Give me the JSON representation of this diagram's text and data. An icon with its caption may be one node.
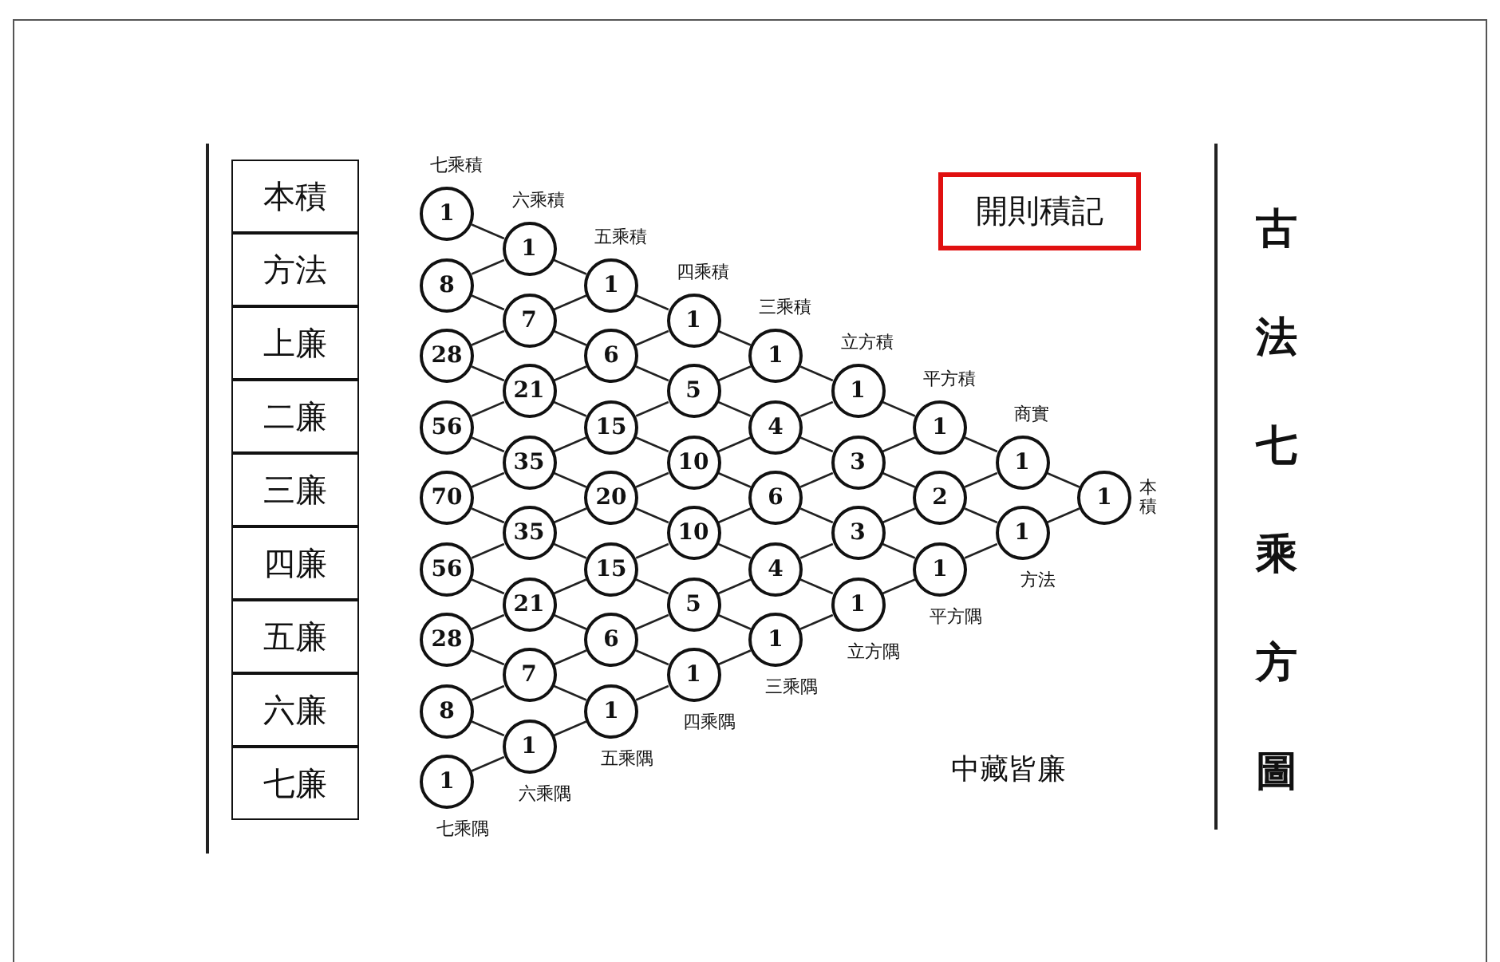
{
  "diagram": {
    "title": "古法七乘方圖",
    "nodes": [
      {
        "text": [
          "1"
        ],
        "beside": [
          "本積"
        ]
      },
      {
        "text": [
          "1"
        ],
        "beside": [
          "商實"
        ]
      },
      {
        "text": [
          "1"
        ],
        "beside": [
          "方法"
        ]
      },
      {
        "text": [
          "1"
        ],
        "beside": [
          "平方積"
        ]
      },
      {
        "text": [
          "2"
        ]
      },
      {
        "text": [
          "1"
        ],
        "beside": [
          "平方隅"
        ]
      },
      {
        "text": [
          "1"
        ],
        "beside": [
          "立方積"
        ]
      },
      {
        "text": [
          "3"
        ]
      },
      {
        "text": [
          "3"
        ]
      },
      {
        "text": [
          "1"
        ],
        "beside": [
          "立方隅"
        ]
      },
      {
        "text": [
          "1"
        ],
        "beside": [
          "三乘積"
        ]
      },
      {
        "text": [
          "4"
        ]
      },
      {
        "text": [
          "6"
        ]
      },
      {
        "text": [
          "4"
        ]
      },
      {
        "text": [
          "1"
        ],
        "beside": [
          "三乘隅"
        ]
      },
      {
        "text": [
          "1"
        ],
        "beside": [
          "四乘積"
        ]
      },
      {
        "text": [
          "5"
        ]
      },
      {
        "text": [
          "10"
        ]
      },
      {
        "text": [
          "10"
        ]
      },
      {
        "text": [
          "5"
        ]
      },
      {
        "text": [
          "1"
        ],
        "beside": [
          "四乘隅"
        ]
      },
      {
        "text": [
          "1"
        ],
        "beside": [
          "五乘積"
        ]
      },
      {
        "text": [
          "6"
        ]
      },
      {
        "text": [
          "15"
        ]
      },
      {
        "text": [
          "20"
        ]
      },
      {
        "text": [
          "15"
        ]
      },
      {
        "text": [
          "6"
        ]
      },
      {
        "text": [
          "1"
        ],
        "beside": [
          "五乘隅"
        ]
      },
      {
        "text": [
          "1"
        ],
        "beside": [
          "六乘積"
        ]
      },
      {
        "text": [
          "7"
        ]
      },
      {
        "text": [
          "21"
        ]
      },
      {
        "text": [
          "35"
        ]
      },
      {
        "text": [
          "35"
        ]
      },
      {
        "text": [
          "21"
        ]
      },
      {
        "text": [
          "7"
        ]
      },
      {
        "text": [
          "1"
        ],
        "beside": [
          "六乘隅"
        ]
      },
      {
        "text": [
          "1"
        ],
        "beside": [
          "七乘積"
        ]
      },
      {
        "text": [
          "8"
        ]
      },
      {
        "text": [
          "28"
        ]
      },
      {
        "text": [
          "56"
        ]
      },
      {
        "text": [
          "70"
        ]
      },
      {
        "text": [
          "56"
        ]
      },
      {
        "text": [
          "28"
        ]
      },
      {
        "text": [
          "8"
        ]
      },
      {
        "text": [
          "1"
        ],
        "beside": [
          "七乘隅"
        ]
      }
    ],
    "edges": [
      {
        "from": 0,
        "to": 1,
        "arrow": "none"
      },
      {
        "from": 0,
        "to": 2,
        "arrow": "none"
      },
      {
        "from": 1,
        "to": 3,
        "arrow": "none"
      },
      {
        "from": 1,
        "to": 4,
        "arrow": "none"
      },
      {
        "from": 2,
        "to": 4,
        "arrow": "none"
      },
      {
        "from": 2,
        "to": 5,
        "arrow": "none"
      },
      {
        "from": 3,
        "to": 6,
        "arrow": "none"
      },
      {
        "from": 3,
        "to": 7,
        "arrow": "none"
      },
      {
        "from": 4,
        "to": 7,
        "arrow": "none"
      },
      {
        "from": 4,
        "to": 8,
        "arrow": "none"
      },
      {
        "from": 5,
        "to": 8,
        "arrow": "none"
      },
      {
        "from": 5,
        "to": 9,
        "arrow": "none"
      },
      {
        "from": 6,
        "to": 10,
        "arrow": "none"
      },
      {
        "from": 6,
        "to": 11,
        "arrow": "none"
      },
      {
        "from": 7,
        "to": 11,
        "arrow": "none"
      },
      {
        "from": 7,
        "to": 12,
        "arrow": "none"
      },
      {
        "from": 8,
        "to": 12,
        "arrow": "none"
      },
      {
        "from": 8,
        "to": 13,
        "arrow": "none"
      },
      {
        "from": 9,
        "to": 13,
        "arrow": "none"
      },
      {
        "from": 9,
        "to": 14,
        "arrow": "none"
      },
      {
        "from": 10,
        "to": 15,
        "arrow": "none"
      },
      {
        "from": 10,
        "to": 16,
        "arrow": "none"
      },
      {
        "from": 11,
        "to": 16,
        "arrow": "none"
      },
      {
        "from": 11,
        "to": 17,
        "arrow": "none"
      },
      {
        "from": 12,
        "to": 17,
        "arrow": "none"
      },
      {
        "from": 12,
        "to": 18,
        "arrow": "none"
      },
      {
        "from": 13,
        "to": 18,
        "arrow": "none"
      },
      {
        "from": 13,
        "to": 19,
        "arrow": "none"
      },
      {
        "from": 14,
        "to": 19,
        "arrow": "none"
      },
      {
        "from": 14,
        "to": 20,
        "arrow": "none"
      },
      {
        "from": 15,
        "to": 21,
        "arrow": "none"
      },
      {
        "from": 15,
        "to": 22,
        "arrow": "none"
      },
      {
        "from": 16,
        "to": 22,
        "arrow": "none"
      },
      {
        "from": 16,
        "to": 23,
        "arrow": "none"
      },
      {
        "from": 17,
        "to": 23,
        "arrow": "none"
      },
      {
        "from": 17,
        "to": 24,
        "arrow": "none"
      },
      {
        "from": 18,
        "to": 24,
        "arrow": "none"
      },
      {
        "from": 18,
        "to": 25,
        "arrow": "none"
      },
      {
        "from": 19,
        "to": 25,
        "arrow": "none"
      },
      {
        "from": 19,
        "to": 26,
        "arrow": "none"
      },
      {
        "from": 20,
        "to": 26,
        "arrow": "none"
      },
      {
        "from": 20,
        "to": 27,
        "arrow": "none"
      },
      {
        "from": 21,
        "to": 28,
        "arrow": "none"
      },
      {
        "from": 21,
        "to": 29,
        "arrow": "none"
      },
      {
        "from": 22,
        "to": 29,
        "arrow": "none"
      },
      {
        "from": 22,
        "to": 30,
        "arrow": "none"
      },
      {
        "from": 23,
        "to": 30,
        "arrow": "none"
      },
      {
        "from": 23,
        "to": 31,
        "arrow": "none"
      },
      {
        "from": 24,
        "to": 31,
        "arrow": "none"
      },
      {
        "from": 24,
        "to": 32,
        "arrow": "none"
      },
      {
        "from": 25,
        "to": 32,
        "arrow": "none"
      },
      {
        "from": 25,
        "to": 33,
        "arrow": "none"
      },
      {
        "from": 26,
        "to": 33,
        "arrow": "none"
      },
      {
        "from": 26,
        "to": 34,
        "arrow": "none"
      },
      {
        "from": 27,
        "to": 34,
        "arrow": "none"
      },
      {
        "from": 27,
        "to": 35,
        "arrow": "none"
      },
      {
        "from": 28,
        "to": 36,
        "arrow": "none"
      },
      {
        "from": 28,
        "to": 37,
        "arrow": "none"
      },
      {
        "from": 29,
        "to": 37,
        "arrow": "none"
      },
      {
        "from": 29,
        "to": 38,
        "arrow": "none"
      },
      {
        "from": 30,
        "to": 38,
        "arrow": "none"
      },
      {
        "from": 30,
        "to": 39,
        "arrow": "none"
      },
      {
        "from": 31,
        "to": 39,
        "arrow": "none"
      },
      {
        "from": 31,
        "to": 40,
        "arrow": "none"
      },
      {
        "from": 32,
        "to": 40,
        "arrow": "none"
      },
      {
        "from": 32,
        "to": 41,
        "arrow": "none"
      },
      {
        "from": 33,
        "to": 41,
        "arrow": "none"
      },
      {
        "from": 33,
        "to": 42,
        "arrow": "none"
      },
      {
        "from": 34,
        "to": 42,
        "arrow": "none"
      },
      {
        "from": 34,
        "to": 43,
        "arrow": "none"
      },
      {
        "from": 35,
        "to": 43,
        "arrow": "none"
      },
      {
        "from": 35,
        "to": 44,
        "arrow": "none"
      }
    ],
    "labels": [
      "本積",
      "方法",
      "上廉",
      "二廉",
      "三廉",
      "四廉",
      "五廉",
      "六廉",
      "七廉",
      "開則積記",
      "中藏皆廉"
    ]
  }
}
